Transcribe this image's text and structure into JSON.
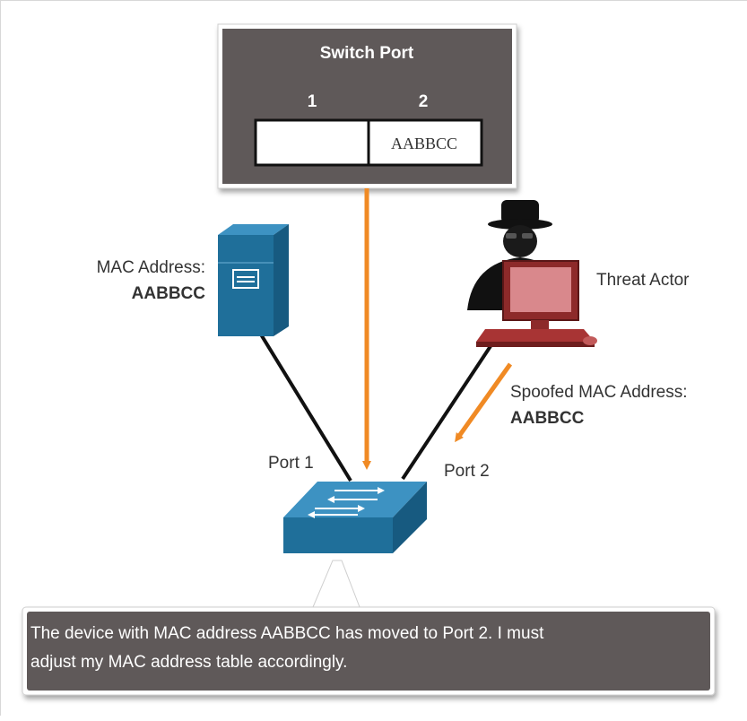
{
  "switch_port_table": {
    "title": "Switch Port",
    "port_1_label": "1",
    "port_2_label": "2",
    "port_1_value": "",
    "port_2_value": "AABBCC"
  },
  "server": {
    "label_line1": "MAC Address:",
    "label_line2": "AABBCC"
  },
  "threat_actor": {
    "label": "Threat Actor",
    "spoof_line1": "Spoofed MAC Address:",
    "spoof_line2": "AABBCC"
  },
  "switch": {
    "port1_label": "Port 1",
    "port2_label": "Port 2"
  },
  "message": {
    "line1": "The device with MAC address AABBCC has moved to Port 2. I must",
    "line2": "adjust my MAC address table accordingly."
  },
  "colors": {
    "panel_bg": "#5f5959",
    "arrow_orange": "#f08a24",
    "device_blue": "#1f6f9a",
    "threat_red": "#b83a3a"
  }
}
